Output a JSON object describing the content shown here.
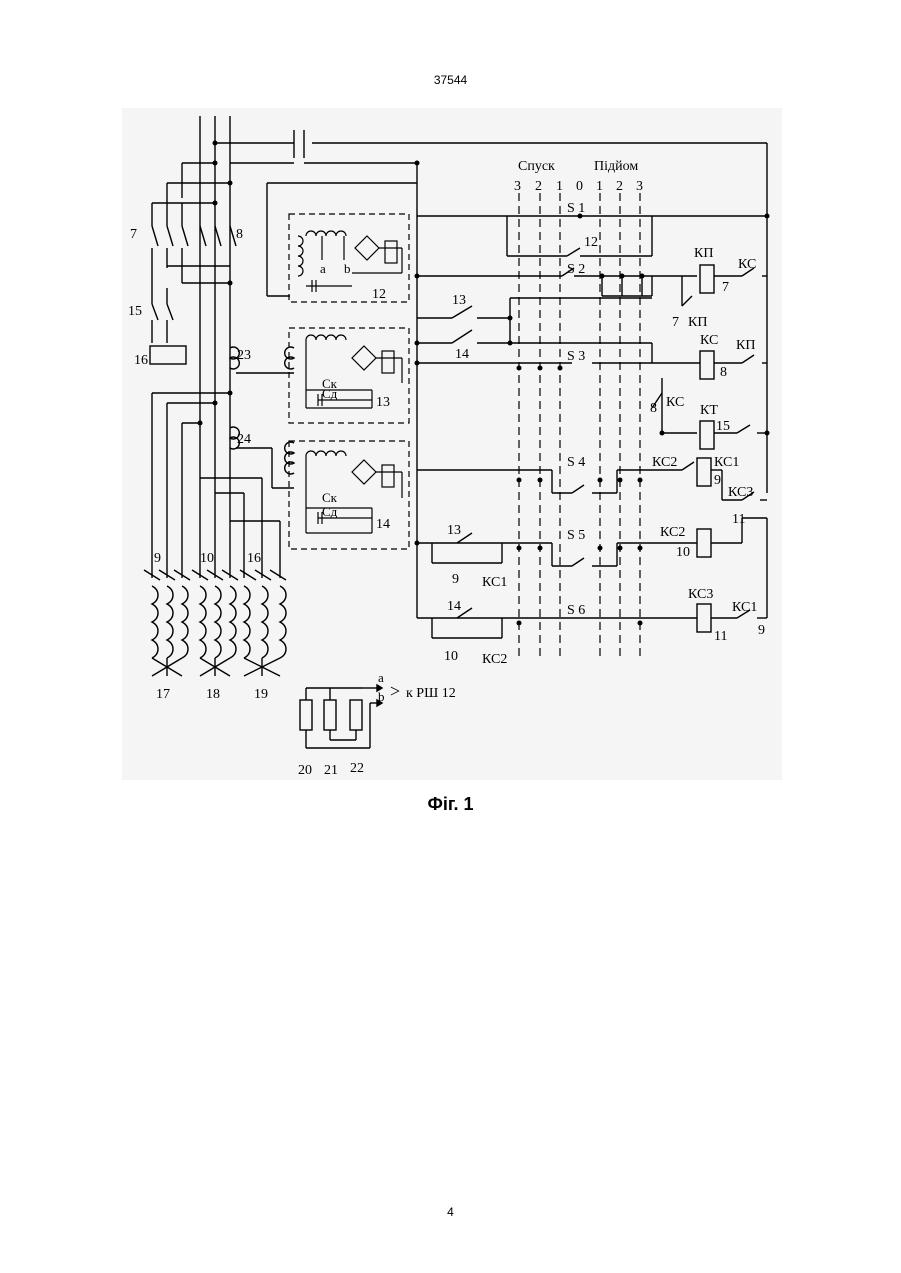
{
  "header": {
    "doc_number": "37544"
  },
  "figure": {
    "caption": "Фіг. 1",
    "mode_labels": {
      "down": "Спуск",
      "up": "Підйом"
    },
    "positions": [
      "3",
      "2",
      "1",
      "0",
      "1",
      "2",
      "3"
    ],
    "switch_labels": [
      "S 1",
      "S 2",
      "S 3",
      "S 4",
      "S 5",
      "S 6"
    ],
    "left_labels": [
      "7",
      "8",
      "15",
      "16",
      "23",
      "24",
      "9",
      "10",
      "16"
    ],
    "motor_labels": [
      "17",
      "18",
      "19"
    ],
    "regulator_labels": [
      "12",
      "13",
      "14"
    ],
    "regulator_parts": {
      "a": "a",
      "b": "b",
      "ck": "Ск",
      "cd": "Сд"
    },
    "contact_labels": [
      "13",
      "14",
      "13",
      "9",
      "КС1",
      "14",
      "10",
      "КС2",
      "12"
    ],
    "right_labels": [
      "КП",
      "КС",
      "7",
      "7",
      "КП",
      "КС",
      "8",
      "КП",
      "8",
      "КС",
      "КТ",
      "15",
      "КС2",
      "КС1",
      "9",
      "КС3",
      "11",
      "КС2",
      "10",
      "КС3",
      "11",
      "КС1",
      "9"
    ],
    "resistor_labels": [
      "20",
      "21",
      "22"
    ],
    "resistor_out": {
      "a": "a",
      "b": "b",
      "target": "к РШ 12"
    }
  },
  "footer": {
    "page_number": "4"
  }
}
